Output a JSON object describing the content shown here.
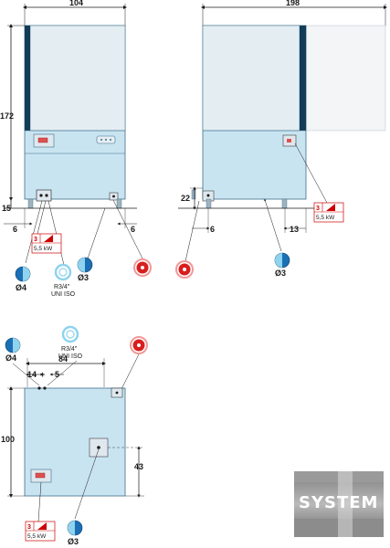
{
  "front_view": {
    "width_dim": "104",
    "height_dim": "172",
    "base_dim": "15",
    "left_offset": "6",
    "right_offset": "6",
    "badge": {
      "number": "3",
      "power": "5,5 kW"
    },
    "connections": {
      "drain": "Ø4",
      "water_inlet_1": "R3/4\"",
      "water_inlet_2": "UNI ISO",
      "steam_drain": "Ø3"
    }
  },
  "side_view": {
    "depth_dim": "198",
    "height_dim": "22",
    "offset_left": "6",
    "offset_right": "13",
    "badge": {
      "number": "3",
      "power": "5,5 kW"
    },
    "connections": {
      "steam_drain": "Ø3"
    }
  },
  "top_view": {
    "width_dim": "84",
    "offset_a": "14",
    "offset_b": "5",
    "depth_dim": "100",
    "center_dim": "43",
    "badge": {
      "number": "3",
      "power": "5,5 kW"
    },
    "connections": {
      "drain": "Ø4",
      "water_inlet_1": "R3/4\"",
      "water_inlet_2": "UNI ISO",
      "steam_drain": "Ø3"
    }
  },
  "logo": {
    "text": "SYSTEM"
  },
  "colors": {
    "cabinet_fill": "#c9e4f1",
    "cabinet_stroke": "#3f6f8a",
    "door_panel": "#f0f2f3",
    "dark_strip": "#123c57",
    "blue_symbol": "#1b6fb5",
    "red_symbol": "#d81e1e",
    "inlet_ring": "#8fd3ee"
  }
}
